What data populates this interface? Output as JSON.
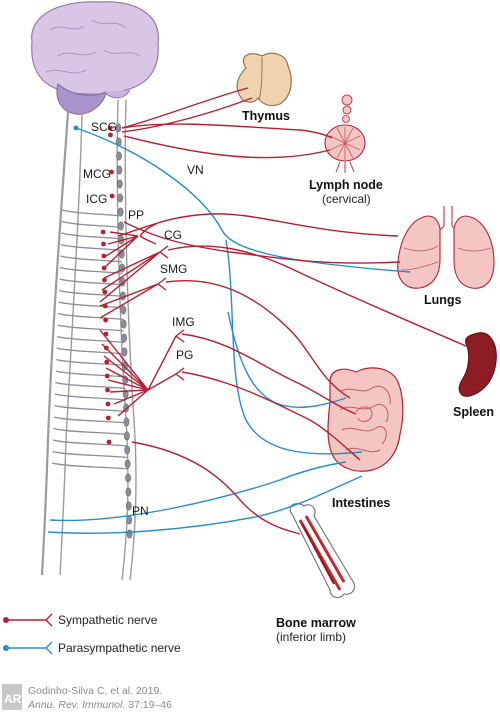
{
  "labels": {
    "scg": "SCG",
    "mcg": "MCG",
    "icg": "ICG",
    "pp": "PP",
    "cg": "CG",
    "smg": "SMG",
    "img": "IMG",
    "pg": "PG",
    "vn": "VN",
    "pn": "PN"
  },
  "organs": {
    "thymus": "Thymus",
    "lymph_node": "Lymph node",
    "lymph_node_sub": "(cervical)",
    "lungs": "Lungs",
    "spleen": "Spleen",
    "intestines": "Intestines",
    "bone_marrow": "Bone marrow",
    "bone_marrow_sub": "(inferior limb)"
  },
  "legend": {
    "sympathetic": "Sympathetic nerve",
    "parasympathetic": "Parasympathetic nerve"
  },
  "citation": {
    "line1": "Godinho-Silva C, et al. 2019.",
    "line2_journal": "Annu. Rev. Immunol.",
    "line2_ref": "37:19–46",
    "logo": "AR"
  },
  "colors": {
    "sympathetic": "#b22234",
    "parasympathetic": "#2a8ccd",
    "brain": "#d9c6e6",
    "brainstem": "#a995cc",
    "spine": "#8c8c96",
    "organ_pink": "#f3c6c3",
    "spleen": "#8e1c24"
  }
}
